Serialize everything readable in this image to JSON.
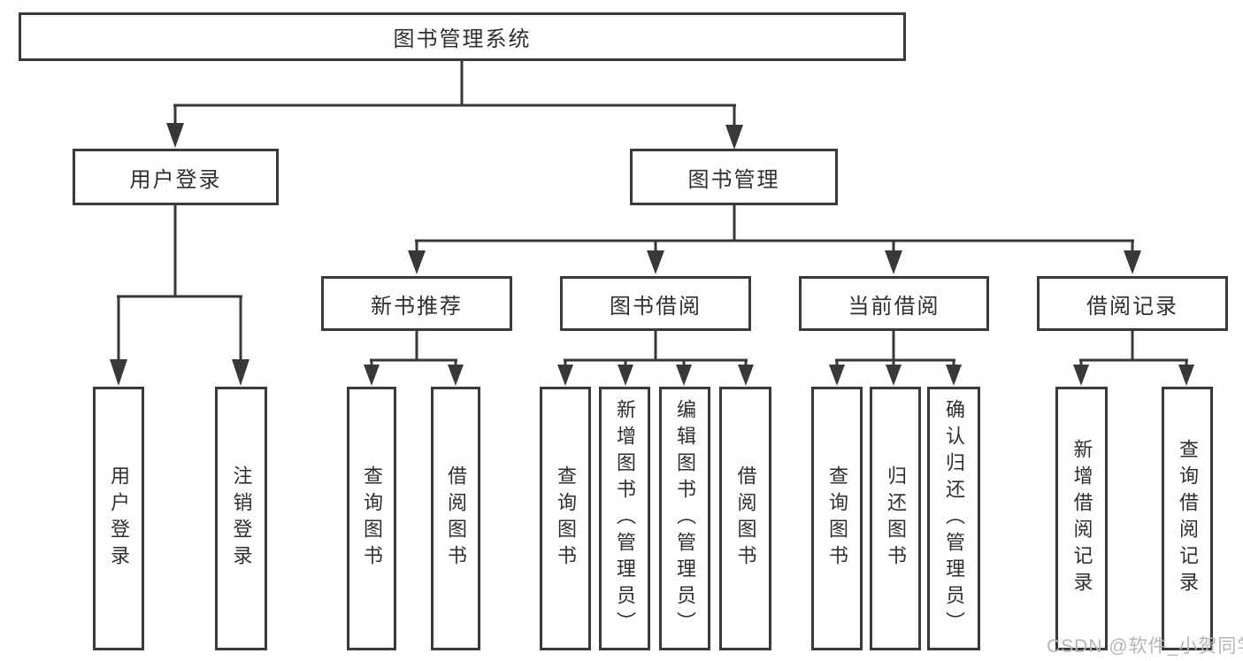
{
  "diagram_title": "图书管理系统",
  "tree": {
    "root": {
      "label": "图书管理系统"
    },
    "branches": [
      {
        "label": "用户登录",
        "children": [
          {
            "label": "用户登录"
          },
          {
            "label": "注销登录"
          }
        ]
      },
      {
        "label": "图书管理",
        "children": [
          {
            "label": "新书推荐",
            "children": [
              {
                "label": "查询图书"
              },
              {
                "label": "借阅图书"
              }
            ]
          },
          {
            "label": "图书借阅",
            "children": [
              {
                "label": "查询图书"
              },
              {
                "label": "新增图书（管理员）"
              },
              {
                "label": "编辑图书（管理员）"
              },
              {
                "label": "借阅图书"
              }
            ]
          },
          {
            "label": "当前借阅",
            "children": [
              {
                "label": "查询图书"
              },
              {
                "label": "归还图书"
              },
              {
                "label": "确认归还（管理员）"
              }
            ]
          },
          {
            "label": "借阅记录",
            "children": [
              {
                "label": "新增借阅记录"
              },
              {
                "label": "查询借阅记录"
              }
            ]
          }
        ]
      }
    ]
  },
  "watermark": {
    "text": "CSDN @软件_小贺同学"
  },
  "colors": {
    "line": "#383838",
    "box_border": "#3a3a3a",
    "text": "#2f2f2f",
    "watermark": "#b5b5b5",
    "background": "#ffffff"
  }
}
